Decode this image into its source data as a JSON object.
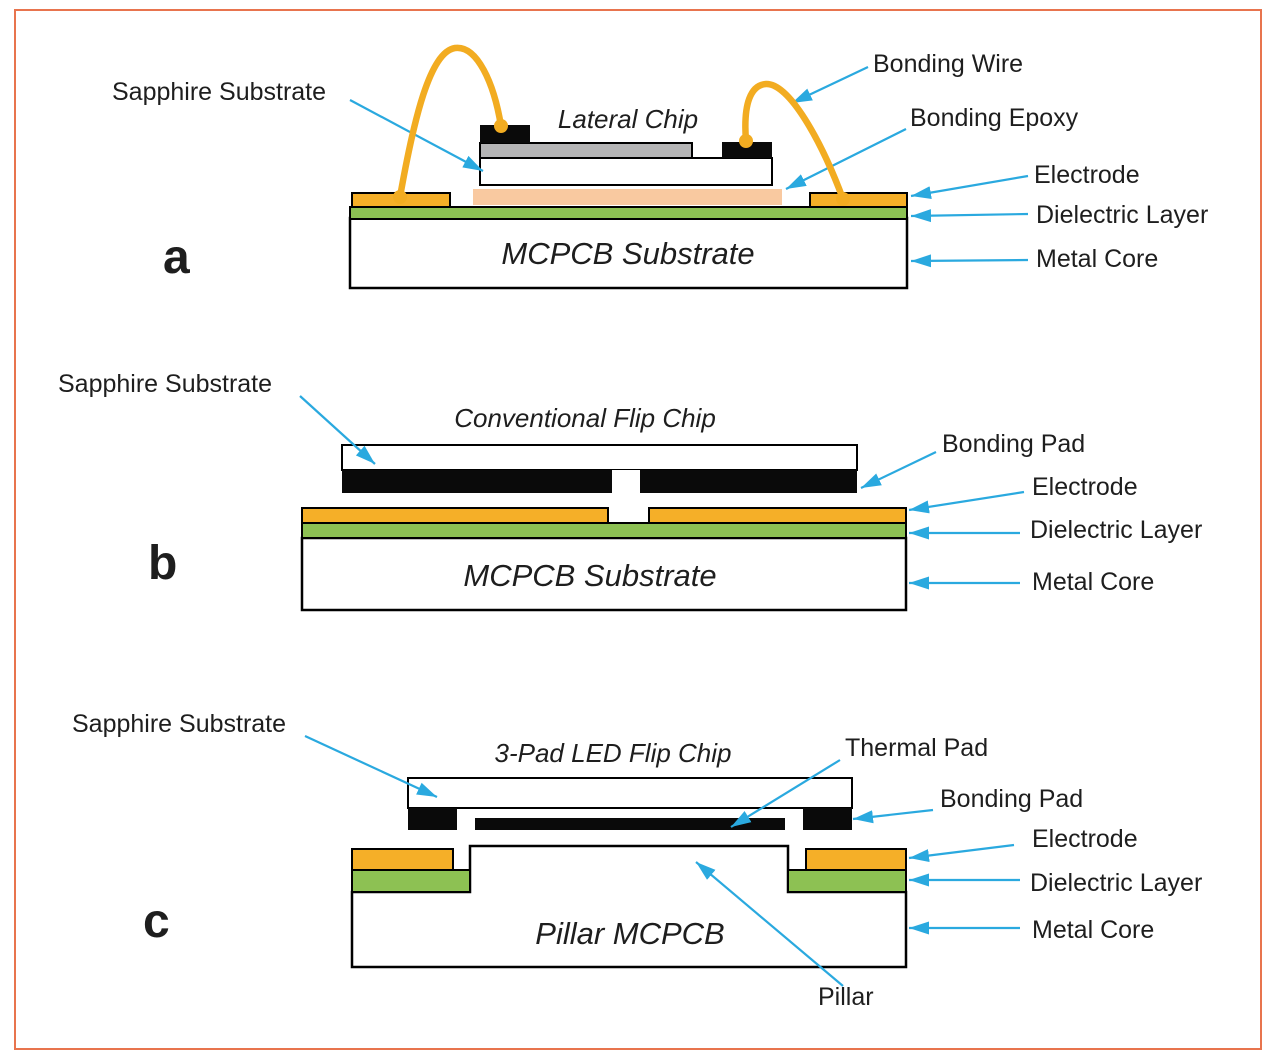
{
  "colors": {
    "frame": "#E8744E",
    "arrow": "#2AA9DF",
    "electrode": "#F5AF28",
    "dielectric": "#8DC153",
    "epoxy": "#F9C9A0",
    "wire": "#F2AC21",
    "chip_gray": "#B5B5B6"
  },
  "panels": [
    {
      "letter": "a",
      "title": "Lateral Chip",
      "substrate": "MCPCB Substrate",
      "labels": {
        "sapphire": "Sapphire Substrate",
        "bonding_wire": "Bonding Wire",
        "bonding_epoxy": "Bonding Epoxy",
        "electrode": "Electrode",
        "dielectric": "Dielectric Layer",
        "metal_core": "Metal Core"
      }
    },
    {
      "letter": "b",
      "title": "Conventional Flip Chip",
      "substrate": "MCPCB Substrate",
      "labels": {
        "sapphire": "Sapphire Substrate",
        "bonding_pad": "Bonding Pad",
        "electrode": "Electrode",
        "dielectric": "Dielectric Layer",
        "metal_core": "Metal Core"
      }
    },
    {
      "letter": "c",
      "title": "3-Pad LED Flip Chip",
      "substrate": "Pillar MCPCB",
      "labels": {
        "sapphire": "Sapphire Substrate",
        "thermal_pad": "Thermal Pad",
        "bonding_pad": "Bonding Pad",
        "electrode": "Electrode",
        "dielectric": "Dielectric Layer",
        "metal_core": "Metal Core",
        "pillar": "Pillar"
      }
    }
  ]
}
